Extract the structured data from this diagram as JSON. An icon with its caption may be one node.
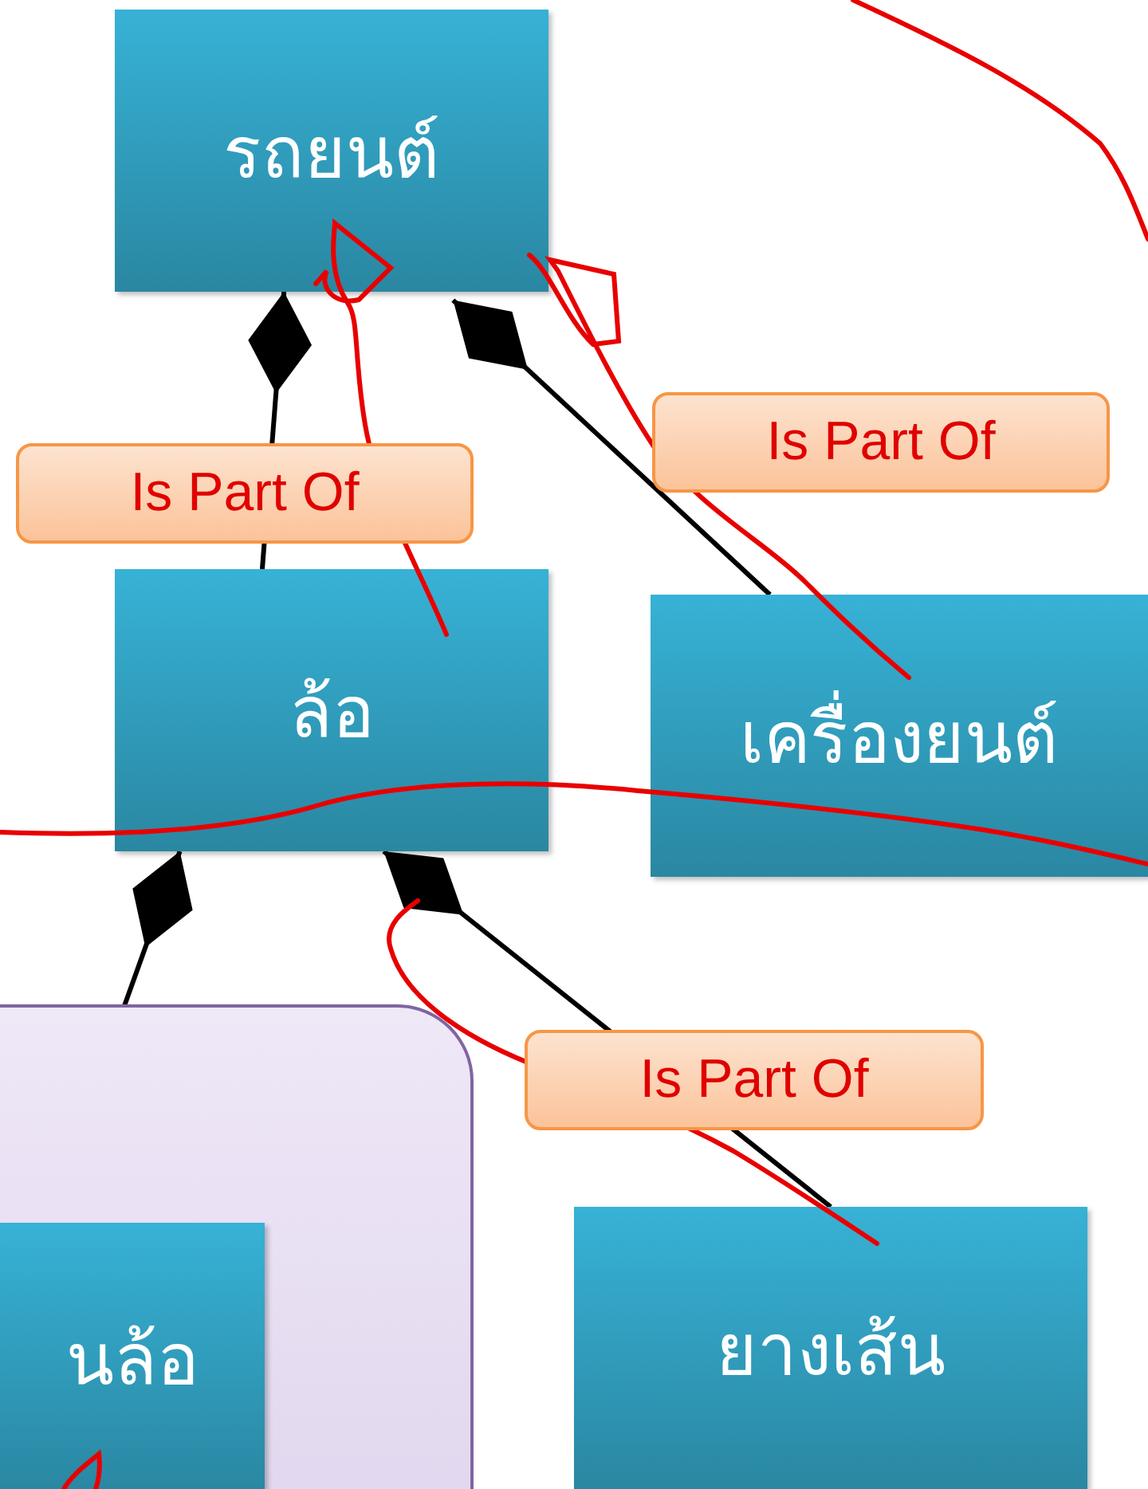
{
  "diagram": {
    "nodes": [
      {
        "text": [
          "รถยนต์"
        ]
      },
      {
        "text": [
          "ล้อ"
        ]
      },
      {
        "text": [
          "เครื่องยนต์"
        ]
      },
      {
        "text": [],
        "shape": "box"
      },
      {
        "text": [
          "นล้อ"
        ],
        "in": 3
      },
      {
        "text": [
          "ยางเส้น"
        ]
      }
    ],
    "edges": [
      {
        "from": 1,
        "to": 0,
        "arrow": "other",
        "label": "Is Part Of"
      },
      {
        "from": 2,
        "to": 0,
        "arrow": "other",
        "label": "Is Part Of"
      },
      {
        "from": 4,
        "to": 1,
        "arrow": "other"
      },
      {
        "from": 5,
        "to": 1,
        "arrow": "other",
        "label": "Is Part Of"
      }
    ]
  }
}
